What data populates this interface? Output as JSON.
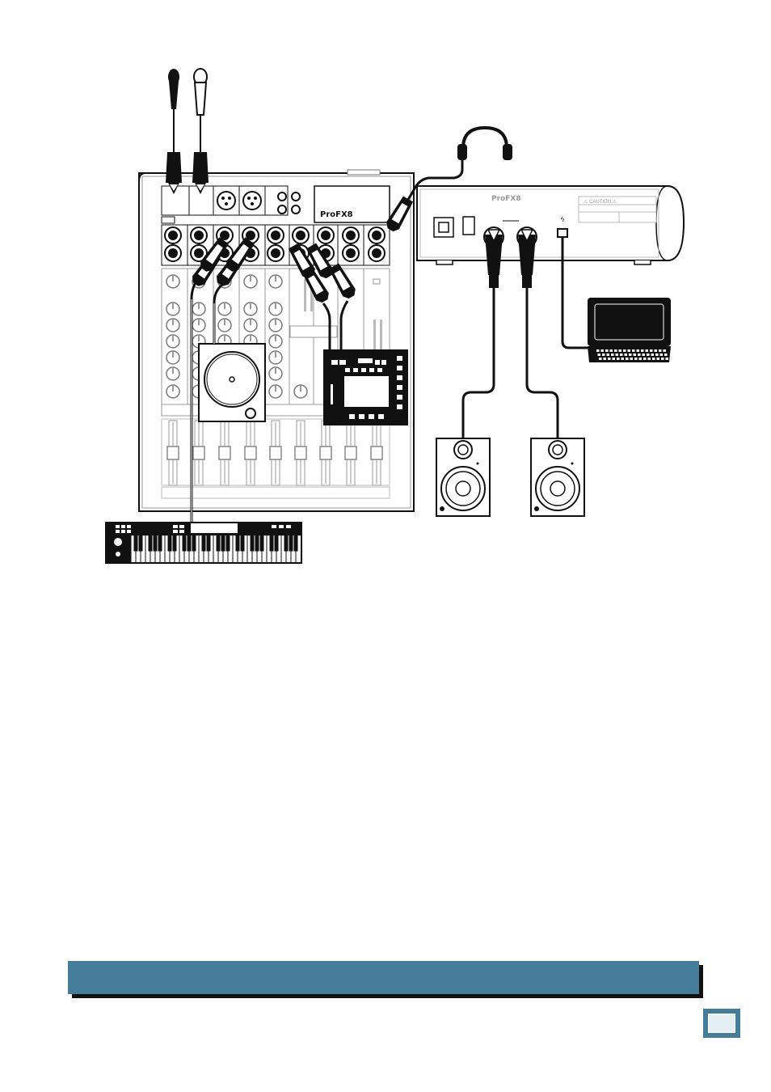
{
  "mixer": {
    "brand_label": "ProFX8",
    "tick_label": ""
  },
  "rear_panel": {
    "brand_label": "ProFX8",
    "warning_label": "⚠ CAUTION ⚠"
  },
  "caption": {
    "text": ""
  },
  "page": {
    "number": ""
  },
  "colors": {
    "accent": "#457c9a",
    "ink": "#111111",
    "paper": "#ffffff"
  },
  "icons": {
    "microphone": "microphone-icon",
    "headphones": "headphones-icon",
    "turntable": "turntable-icon",
    "drum_machine": "drum-machine-icon",
    "laptop": "laptop-icon",
    "speaker": "speaker-icon",
    "keyboard": "keyboard-icon"
  }
}
